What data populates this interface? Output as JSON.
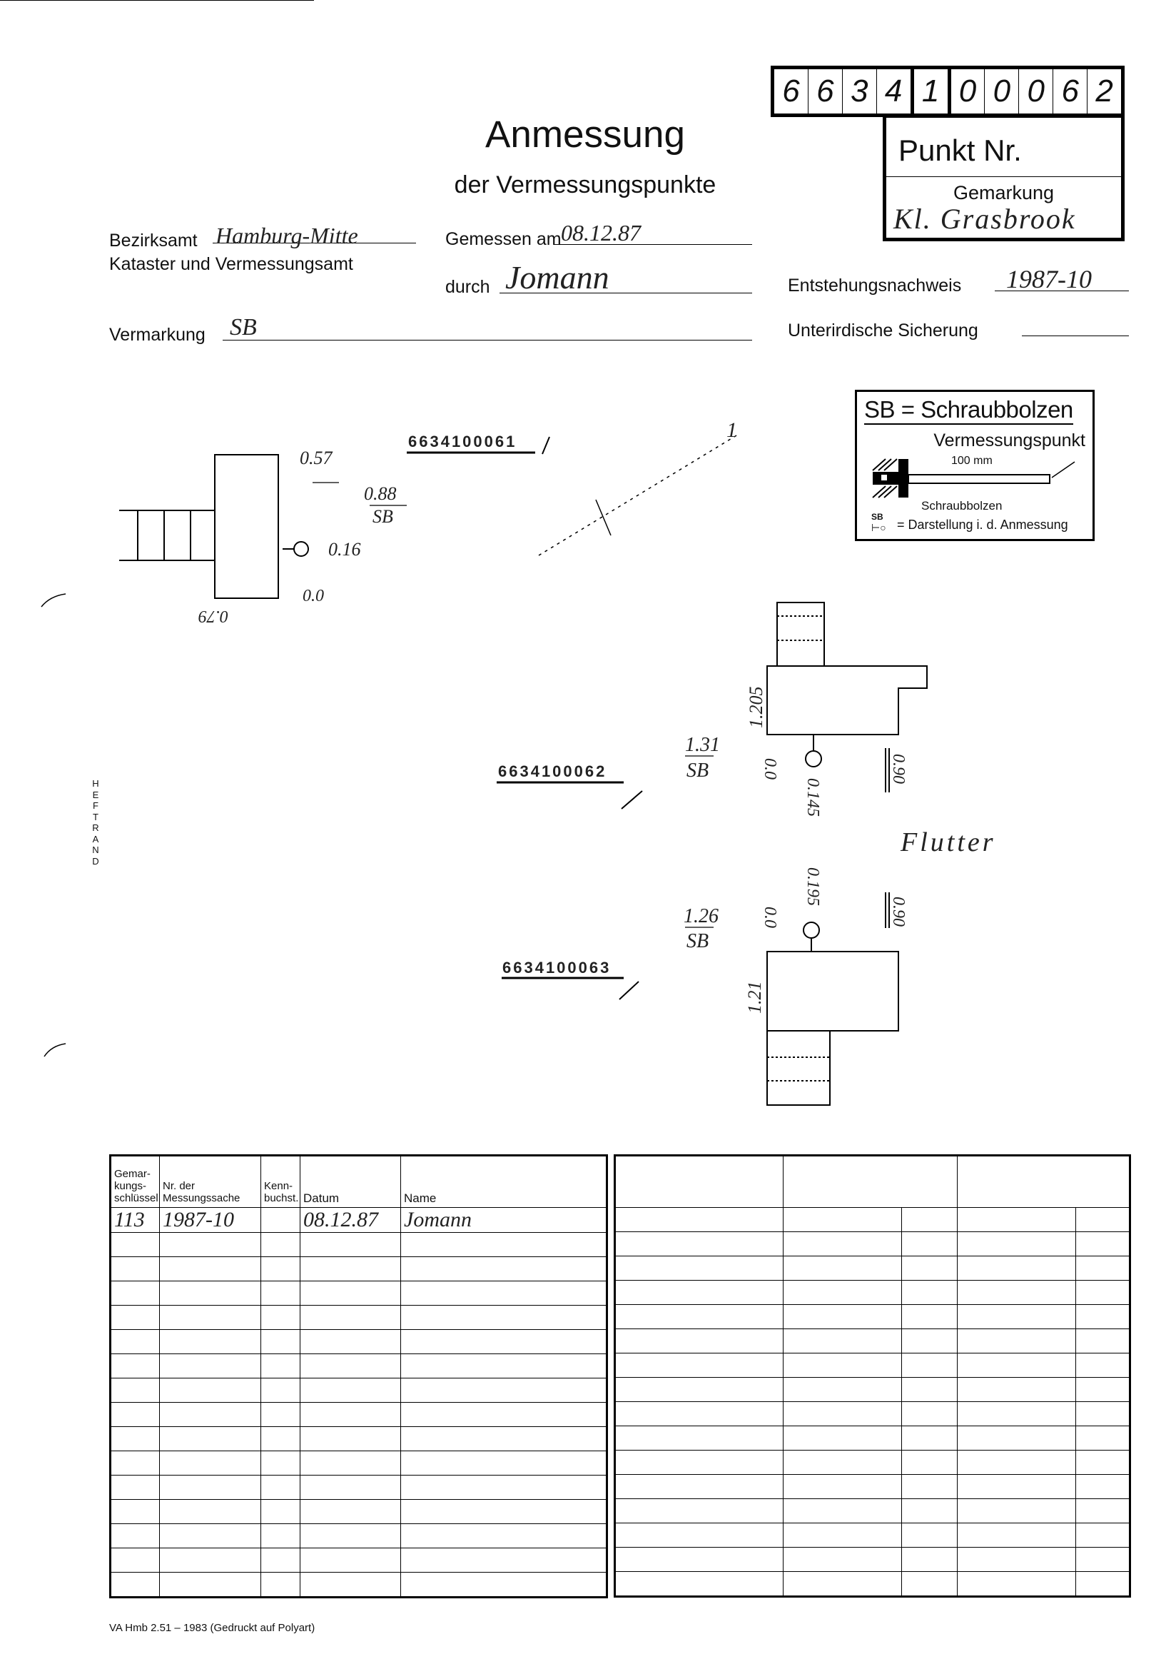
{
  "punkt_nummer": {
    "digits": [
      "6",
      "6",
      "3",
      "4",
      "1",
      "0",
      "0",
      "0",
      "6",
      "2"
    ],
    "label": "Punkt Nr."
  },
  "gemarkung": {
    "label": "Gemarkung",
    "value": "Kl. Grasbrook"
  },
  "title": "Anmessung",
  "subtitle": "der Vermessungspunkte",
  "form": {
    "bezirksamt_label": "Bezirksamt",
    "bezirksamt_value": "Hamburg-Mitte",
    "amt_line": "Kataster und Vermessungsamt",
    "gemessen_label": "Gemessen am",
    "gemessen_value": "08.12.87",
    "durch_label": "durch",
    "durch_signature": "Jomann",
    "vermarkung_label": "Vermarkung",
    "vermarkung_value": "SB",
    "entstehung_label": "Entstehungsnachweis",
    "entstehung_value": "1987-10",
    "unterirdisch_label": "Unterirdische Sicherung"
  },
  "legend": {
    "title": "SB = Schraubbolzen",
    "vermessungspunkt": "Vermessungspunkt",
    "length": "100 mm",
    "bolzen": "Schraubbolzen",
    "symbol_label": "SB",
    "darstellung": "= Darstellung i. d. Anmessung"
  },
  "margin_label": "HEFTRAND",
  "sketch": {
    "point_61": "6634100061",
    "point_61_mark": "1",
    "point_62": "6634100062",
    "point_63": "6634100063",
    "s1_057": "0.57",
    "s1_088": "0.88",
    "s1_sb": "SB",
    "s1_016": "0.16",
    "s1_00": "0.0",
    "s1_079": "0.79",
    "s2_1205": "1.205",
    "s2_131": "1.31",
    "s2_sb": "SB",
    "s2_00": "0.0",
    "s2_0145": "0.145",
    "s2_090": "0.90",
    "flutter": "Flutter",
    "s3_0195": "0.195",
    "s3_090": "0.90",
    "s3_00": "0.0",
    "s3_126": "1.26",
    "s3_sb": "SB",
    "s3_121": "1.21"
  },
  "table": {
    "headers": [
      "Gemar-\nkungs-\nschlüssel",
      "Nr. der\nMessungssache",
      "Kenn-\nbuchst.",
      "Datum",
      "Name"
    ],
    "rows": [
      [
        "113",
        "1987-10",
        "",
        "08.12.87",
        "Jomann"
      ]
    ],
    "total_rows": 16
  },
  "footer": "VA Hmb 2.51 – 1983 (Gedruckt auf Polyart)"
}
